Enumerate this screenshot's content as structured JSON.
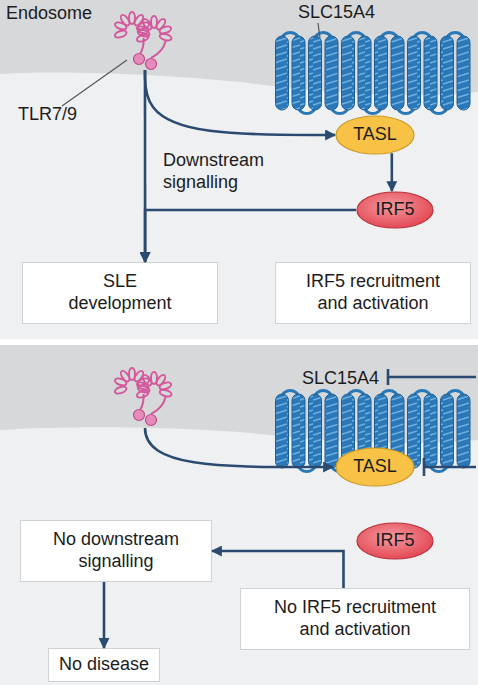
{
  "diagram": {
    "nodes": [
      {
        "text": [
          "TLR7/9"
        ]
      },
      {
        "text": [
          "SLC15A4"
        ]
      },
      {
        "text": [
          "TASL"
        ]
      },
      {
        "text": [
          "IRF5"
        ]
      },
      {
        "text": [
          "SLE development"
        ]
      },
      {
        "text": [
          "IRF5 recruitment and activation"
        ]
      },
      {
        "text": [
          "SLC15A4"
        ]
      },
      {
        "text": [
          "TASL"
        ]
      },
      {
        "text": [
          "IRF5"
        ]
      },
      {
        "text": [
          "No downstream signalling"
        ]
      },
      {
        "text": [
          "No IRF5 recruitment and activation"
        ]
      },
      {
        "text": [
          "No disease"
        ]
      }
    ],
    "edges": [
      {
        "from": 0,
        "to": 2,
        "arrow": "to"
      },
      {
        "from": 2,
        "to": 3,
        "arrow": "to"
      },
      {
        "from": 0,
        "to": 4,
        "label": "Downstream signalling",
        "arrow": "to"
      },
      {
        "from": 3,
        "to": 4,
        "arrow": "to"
      },
      {
        "from": 10,
        "to": 9,
        "arrow": "to"
      },
      {
        "from": 9,
        "to": 11,
        "arrow": "to"
      }
    ],
    "labels": [
      "Endosome"
    ]
  }
}
